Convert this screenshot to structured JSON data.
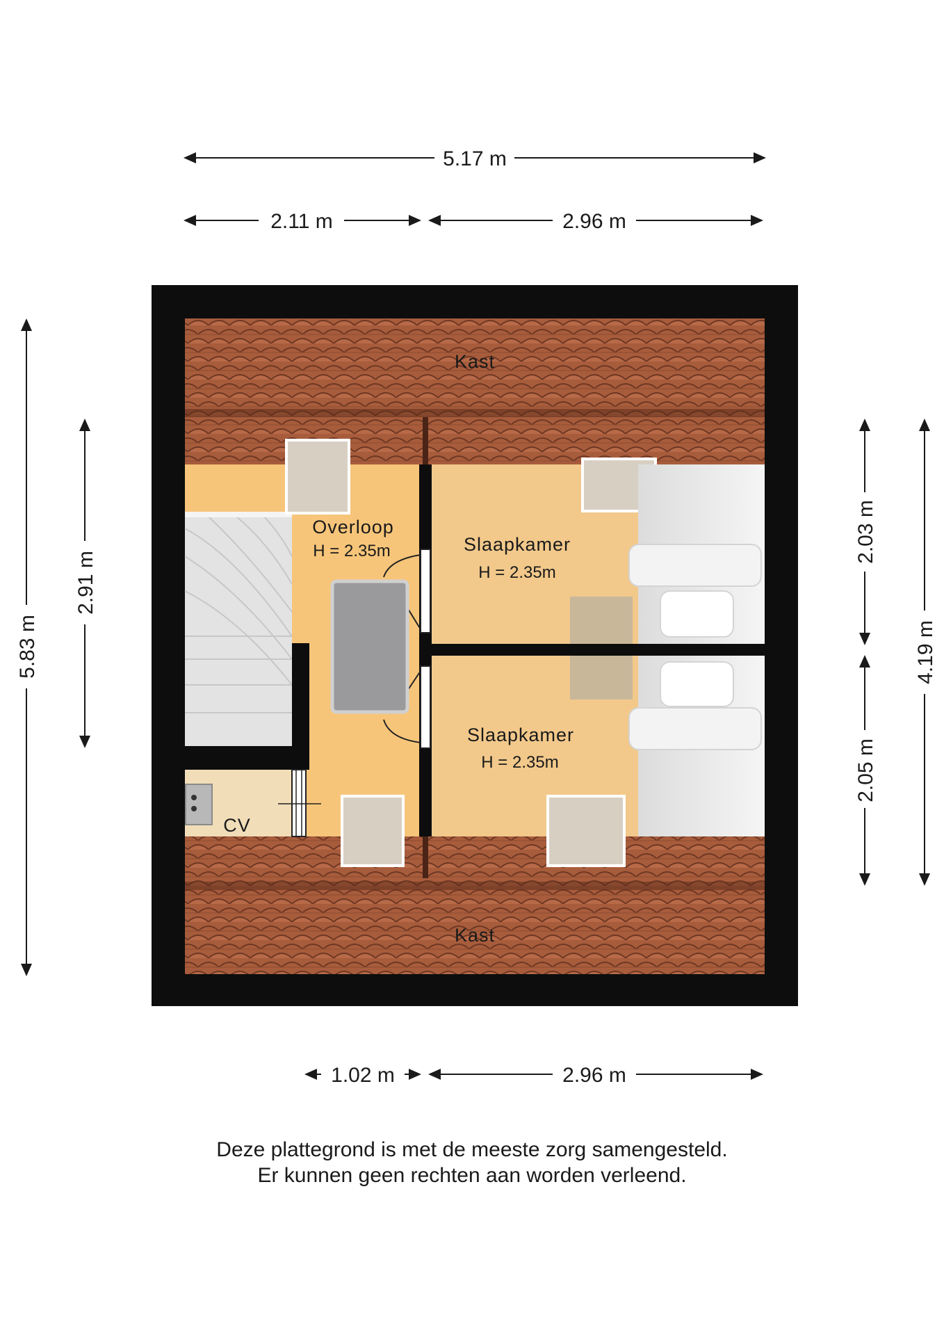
{
  "dimensions": {
    "top_total": "5.17 m",
    "top_left": "2.11 m",
    "top_right": "2.96 m",
    "bottom_left": "1.02 m",
    "bottom_right": "2.96 m",
    "left_total": "5.83 m",
    "left_inner": "2.91 m",
    "right_upper": "2.03 m",
    "right_lower": "2.05 m",
    "right_total": "4.19 m"
  },
  "rooms": {
    "kast_top": "Kast",
    "overloop": "Overloop",
    "overloop_height": "H = 2.35m",
    "slaapkamer_1": "Slaapkamer",
    "slaapkamer_1_height": "H = 2.35m",
    "slaapkamer_2": "Slaapkamer",
    "slaapkamer_2_height": "H = 2.35m",
    "cv": "CV",
    "kast_bottom": "Kast"
  },
  "disclaimer": {
    "line1": "Deze plattegrond is met de meeste zorg samengesteld.",
    "line2": "Er kunnen geen rechten aan worden verleend."
  },
  "colors": {
    "wall": "#0d0d0d",
    "roof_tiles": "#a75c3c",
    "room_floor": "#f2c98b",
    "landing_floor": "#f7c57a",
    "stairs": "#e3e3e3",
    "bed": "#ececec"
  }
}
